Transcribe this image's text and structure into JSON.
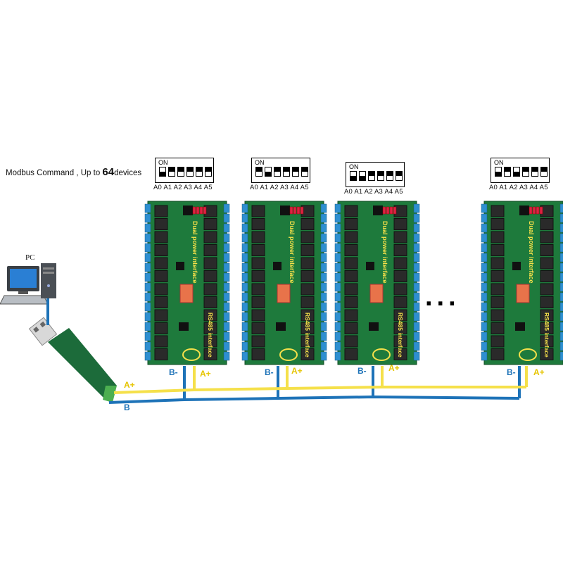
{
  "caption": {
    "prefix": "Modbus Command , Up to ",
    "count": "64",
    "suffix": "devices"
  },
  "pc_label": "PC",
  "dip": {
    "on_label": "ON",
    "pin_labels": "A0 A1 A2 A3 A4 A5"
  },
  "modules": [
    {
      "dip_states": [
        "down",
        "up",
        "up",
        "up",
        "up",
        "up"
      ]
    },
    {
      "dip_states": [
        "up",
        "down",
        "up",
        "up",
        "up",
        "up"
      ]
    },
    {
      "dip_states": [
        "down",
        "down",
        "up",
        "up",
        "up",
        "up"
      ]
    },
    {
      "dip_states": [
        "down",
        "up",
        "down",
        "up",
        "up",
        "up"
      ]
    }
  ],
  "board": {
    "power_label": "Dual power interface",
    "rs485_label": "RS485 interface"
  },
  "wires": {
    "b_label": "B-",
    "a_label": "A+",
    "usb_a_label": "A+",
    "usb_b_label": "B",
    "b_color": "#1e73b8",
    "a_color": "#f5e04a"
  },
  "ellipsis": "..."
}
